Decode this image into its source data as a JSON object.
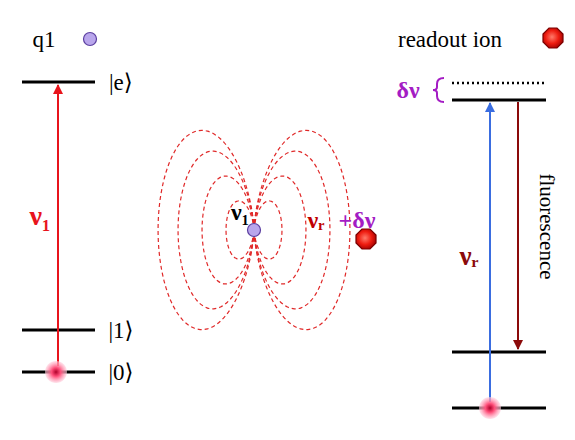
{
  "diagram": {
    "labels": [
      "q1",
      "readout ion",
      "|e⟩",
      "δν",
      "ν₁",
      "ν₁",
      "νᵣ",
      "+δν",
      "νᵣ",
      "fluorescence",
      "|1⟩",
      "|0⟩"
    ]
  }
}
